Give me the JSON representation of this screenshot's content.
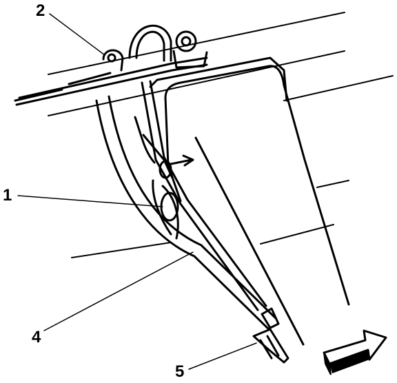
{
  "diagram": {
    "callouts": [
      "1",
      "2",
      "4",
      "5"
    ],
    "colors": {
      "ink": "#000000",
      "paper": "#ffffff"
    },
    "icons": [
      "forward-arrow-icon",
      "small-arrow-icon"
    ]
  }
}
